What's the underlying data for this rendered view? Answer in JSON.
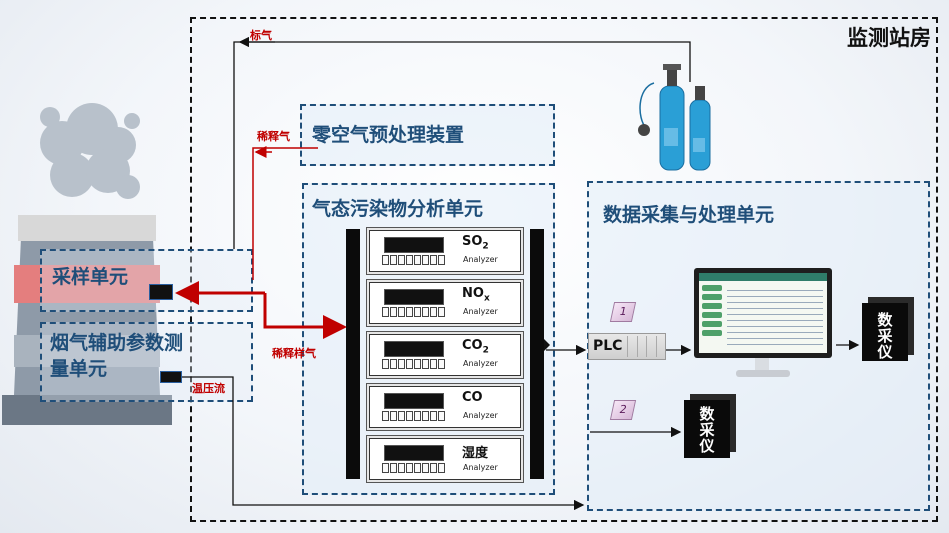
{
  "station_title": "监测站房",
  "boxes": {
    "zero_air": "零空气预处理装置",
    "gas_analysis": "气态污染物分析单元",
    "data_unit": "数据采集与处理单元",
    "sampling": "采样单元",
    "aux": "烟气辅助参数测量单元"
  },
  "flow_labels": {
    "standard_gas": "标气",
    "dilution_gas": "稀释气",
    "diluted_sample": "稀释样气",
    "temp_pressure_flow": "温压流"
  },
  "analyzers": [
    {
      "gas": "SO",
      "sub": "2",
      "label": "Analyzer"
    },
    {
      "gas": "NO",
      "sub": "x",
      "label": "Analyzer"
    },
    {
      "gas": "CO",
      "sub": "2",
      "label": "Analyzer"
    },
    {
      "gas": "CO",
      "sub": "",
      "label": "Analyzer"
    },
    {
      "gas": "湿度",
      "sub": "",
      "label": "Analyzer"
    }
  ],
  "plc_label": "PLC",
  "badges": [
    "1",
    "2"
  ],
  "daq_label": "数采仪",
  "colors": {
    "box_border": "#1f4e79",
    "title_blue": "#1f4e79",
    "flow_red": "#c00000",
    "chimney_red": "#e07070",
    "chimney_gray": "#8e9aa8"
  },
  "icons": [
    "chimney",
    "gas-cylinder",
    "computer-monitor"
  ]
}
